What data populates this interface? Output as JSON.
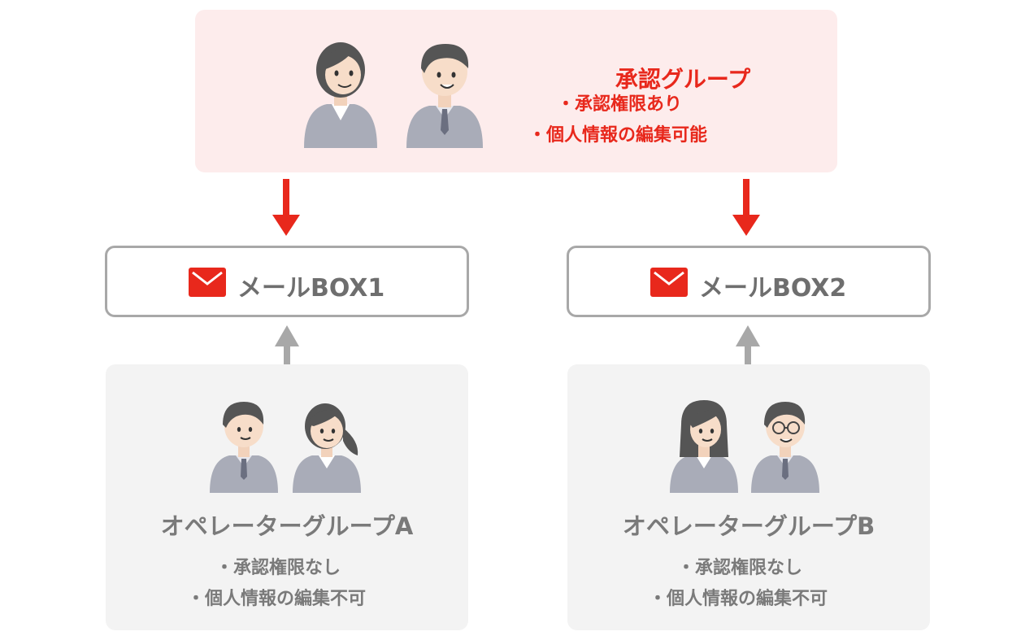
{
  "approval_group": {
    "title": "承認グループ",
    "lines": [
      "・承認権限あり",
      "・個人情報の編集可能"
    ]
  },
  "mailboxes": [
    {
      "label": "メールBOX1",
      "icon": "mail-icon"
    },
    {
      "label": "メールBOX2",
      "icon": "mail-icon"
    }
  ],
  "operator_groups": [
    {
      "title": "オペレーターグループA",
      "lines": [
        "・承認権限なし",
        "・個人情報の編集不可"
      ]
    },
    {
      "title": "オペレーターグループB",
      "lines": [
        "・承認権限なし",
        "・個人情報の編集不可"
      ]
    }
  ],
  "colors": {
    "accent_red": "#e8281c",
    "approval_bg": "#fdecec",
    "operator_bg": "#f3f3f3",
    "mailbox_border": "#a8a8a8",
    "up_arrow": "#a8a8a8",
    "clothing": "#a9acb8",
    "hair": "#555555"
  }
}
